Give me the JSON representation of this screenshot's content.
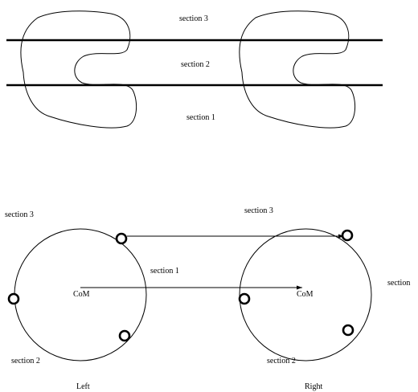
{
  "top_labels": {
    "section3": "section 3",
    "section2": "section 2",
    "section1": "section 1"
  },
  "bottom_labels": {
    "left_section3": "section 3",
    "left_section2": "section 2",
    "left_com": "CoM",
    "middle_section1": "section 1",
    "right_section3": "section 3",
    "right_section2": "section 2",
    "right_com": "CoM",
    "right_edge_section": "section"
  },
  "captions": {
    "left": "Left",
    "right": "Right"
  }
}
